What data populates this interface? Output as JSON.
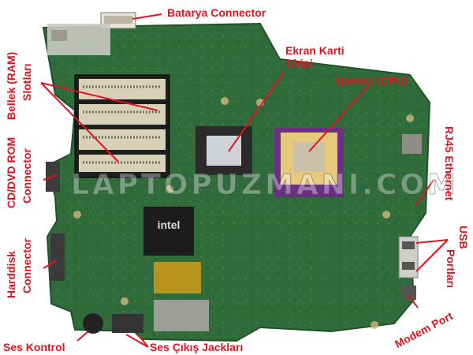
{
  "labels": {
    "battery": "Batarya Connector",
    "gpu_line1": "Ekran Karti",
    "gpu_line2": "Chipi",
    "cpu": "İşlemci (CPU)",
    "ram_line1": "Bellek (RAM)",
    "ram_line2": "Slotları",
    "optical_line1": "CD/DVD ROM",
    "optical_line2": "Connector",
    "hdd_line1": "Harddisk",
    "hdd_line2": "Connector",
    "volume": "Ses Kontrol",
    "audio_jacks": "Ses Çıkış Jackları",
    "modem": "Modem Port",
    "usb_line1": "USB",
    "usb_line2": "Portları",
    "ethernet": "RJ45 Ethernet"
  },
  "watermark": "LAPTOPUZMANI.COM",
  "chip_text": "intel",
  "colors": {
    "label": "#e0141e",
    "board": "#2f6b3a",
    "background": "#ffffff"
  }
}
